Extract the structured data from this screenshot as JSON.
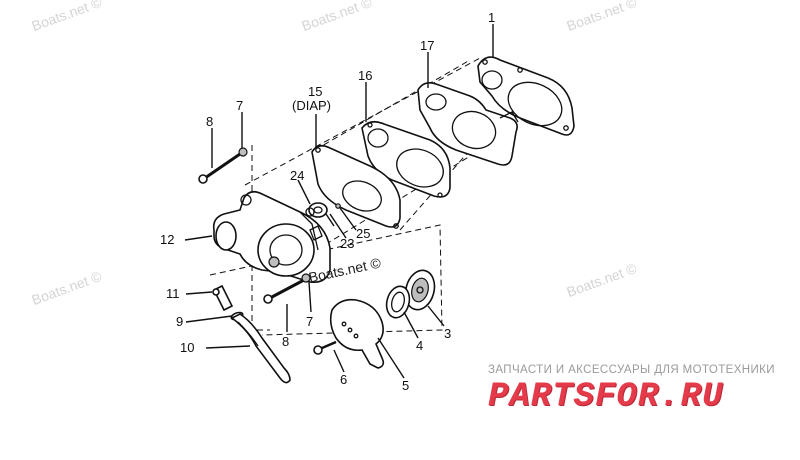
{
  "watermark": "Boats.net ©",
  "brand": {
    "tagline": "ЗАПЧАСТИ И АКСЕССУАРЫ ДЛЯ МОТОТЕХНИКИ",
    "logo": "PARTSFOR.RU",
    "logo_color": "#e53a4a"
  },
  "callouts": {
    "c1": "1",
    "c3": "3",
    "c4": "4",
    "c5": "5",
    "c6": "6",
    "c7a": "7",
    "c7b": "7",
    "c8a": "8",
    "c8b": "8",
    "c9": "9",
    "c10": "10",
    "c11": "11",
    "c12": "12",
    "c15": "15",
    "c15sub": "(DIAP)",
    "c16": "16",
    "c17": "17",
    "c23": "23",
    "c24": "24",
    "c25": "25"
  }
}
